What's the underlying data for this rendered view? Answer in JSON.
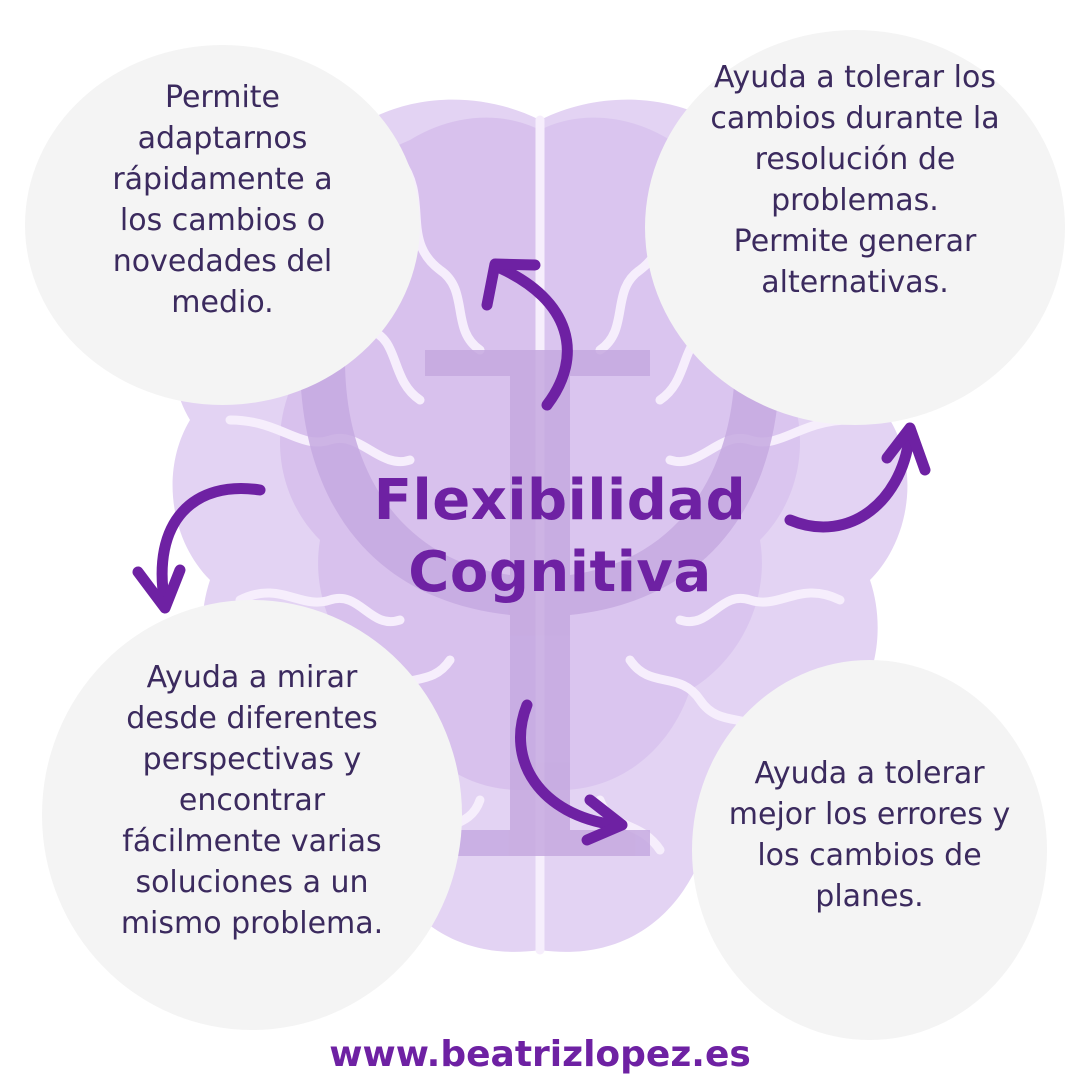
{
  "title": {
    "line1": "Flexibilidad",
    "line2": "Cognitiva"
  },
  "bubbles": [
    {
      "text": "Permite\nadaptarnos\nrápidamente a\nlos cambios o\nnovedades del\nmedio."
    },
    {
      "text": "Ayuda a tolerar los\ncambios durante la\nresolución de\nproblemas.\nPermite generar\nalternativas."
    },
    {
      "text": "Ayuda a mirar\ndesde diferentes\nperspectivas y\nencontrar\nfácilmente varias\nsoluciones a un\nmismo problema."
    },
    {
      "text": "Ayuda a tolerar\nmejor los errores y\nlos cambios de\nplanes."
    }
  ],
  "website": "www.beatrizlopez.es",
  "colors": {
    "accent": "#6e21a3",
    "brain": "#d9c6ee",
    "psi": "#c6a9e0",
    "bubble": "#f4f4f4",
    "text": "#3b2a5e"
  },
  "icons": [
    "brain-illustration",
    "psi-symbol",
    "curved-arrow-icon"
  ]
}
